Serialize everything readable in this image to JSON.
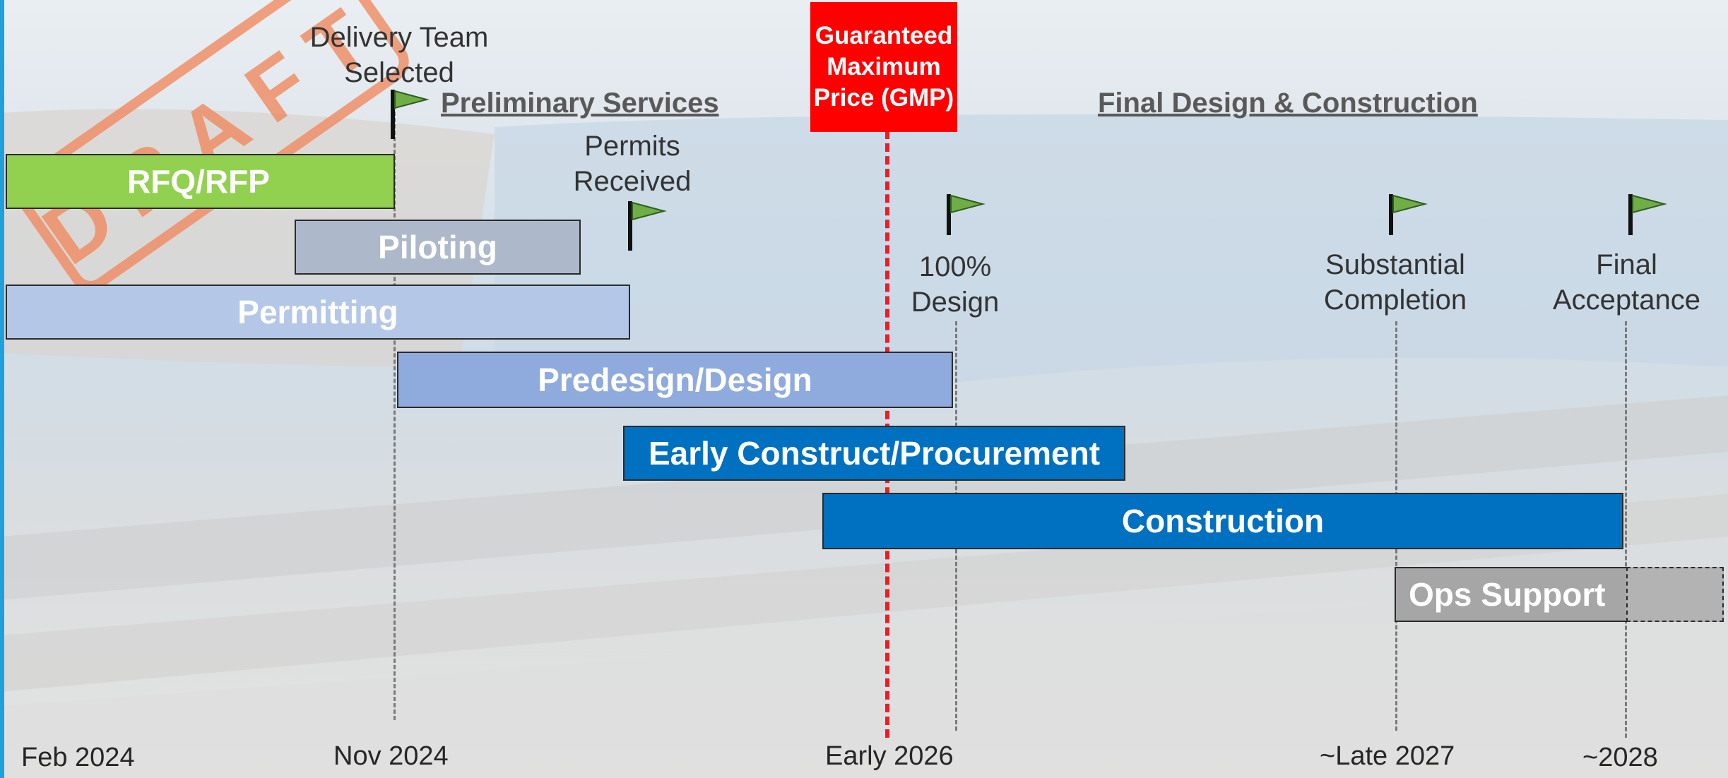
{
  "gmp": {
    "line1": "Guaranteed",
    "line2": "Maximum",
    "line3": "Price (GMP)"
  },
  "sections": {
    "preliminary": "Preliminary Services",
    "final": "Final Design & Construction"
  },
  "milestones": {
    "delivery_team": {
      "line1": "Delivery Team",
      "line2": "Selected"
    },
    "permits": {
      "line1": "Permits",
      "line2": "Received"
    },
    "design100": {
      "line1": "100%",
      "line2": "Design"
    },
    "substantial": {
      "line1": "Substantial",
      "line2": "Completion"
    },
    "final_acceptance": {
      "line1": "Final",
      "line2": "Acceptance"
    }
  },
  "bars": {
    "rfq": "RFQ/RFP",
    "piloting": "Piloting",
    "permitting": "Permitting",
    "predesign": "Predesign/Design",
    "early": "Early Construct/Procurement",
    "construction": "Construction",
    "ops": "Ops Support"
  },
  "dates": {
    "d1": "Feb 2024",
    "d2": "Nov 2024",
    "d3": "Early 2026",
    "d4": "~Late 2027",
    "d5": "~2028"
  },
  "watermark": "DRAFT",
  "colors": {
    "rfq": "#92d050",
    "piloting": "#adb9ca",
    "permitting": "#b4c7e7",
    "predesign": "#8faadc",
    "early": "#0070c0",
    "construction": "#0070c0",
    "ops": "#a6a6a6",
    "gmp": "#ff0000",
    "flag": "#70ad47",
    "watermark": "#f08a60"
  }
}
